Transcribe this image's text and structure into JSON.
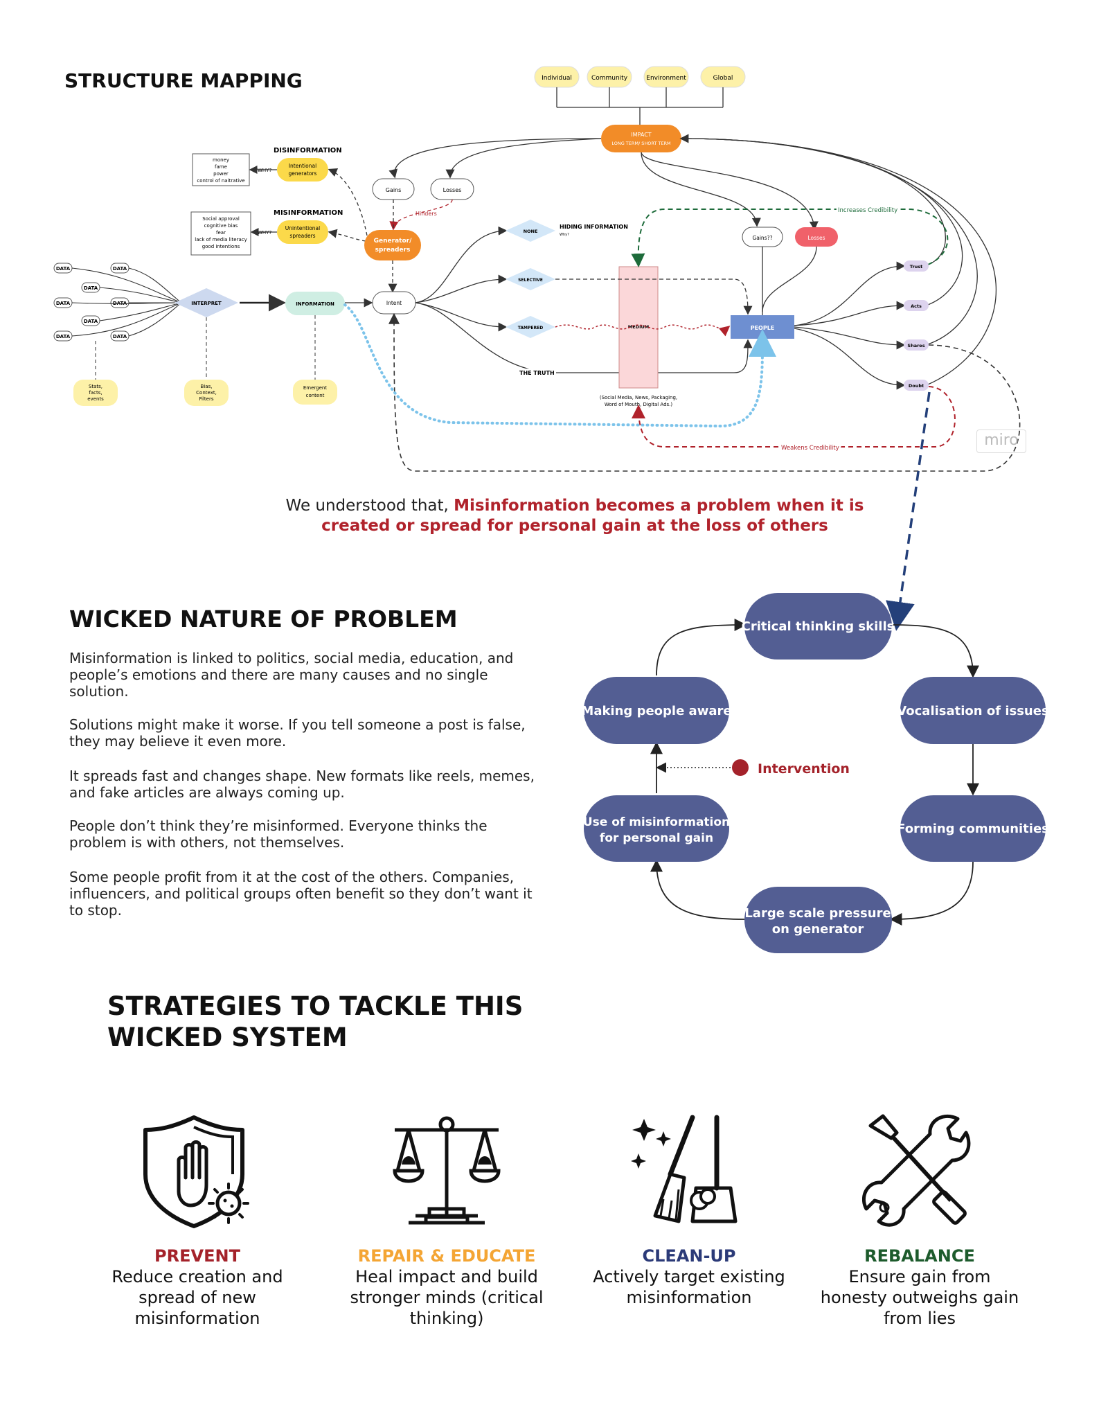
{
  "structure_mapping": {
    "title": "STRUCTURE MAPPING",
    "scope": [
      "Individual",
      "Community",
      "Environment",
      "Global"
    ],
    "impact": {
      "title": "IMPACT",
      "subtitle": "LONG TERM/ SHORT TERM"
    },
    "disinformation_label": "DISINFORMATION",
    "misinformation_label": "MISINFORMATION",
    "intentional": "Intentional generators",
    "unintentional": "Unintentional spreaders",
    "why": "WHY?",
    "dis_reasons": [
      "money",
      "fame",
      "power",
      "control of naitrative"
    ],
    "mis_reasons": [
      "Social approval",
      "cognitive bias",
      "fear",
      "lack of media literacy",
      "good intentions"
    ],
    "gains": "Gains",
    "losses": "Losses",
    "hinders": "Hinders",
    "generator": "Generator/ spreaders",
    "data": "DATA",
    "interpret": "INTERPRET",
    "information": "INFORMATION",
    "intent": "Intent",
    "none": "NONE",
    "selective": "SELECTIVE",
    "tampered": "TAMPERED",
    "hiding": "HIDING INFORMATION",
    "why_small": "Why?",
    "truth": "THE TRUTH",
    "medium": "MEDIUM",
    "medium_note_1": "(Social Media, News, Packaging,",
    "medium_note_2": "Word of Mouth, Digital Ads.)",
    "people": "PEOPLE",
    "gains_q": "Gains??",
    "losses_red": "Losses",
    "increases": "Increases Credibility",
    "weakens": "Weakens Credibility",
    "trust": "Trust",
    "acts": "Acts",
    "shares": "Shares",
    "doubt": "Doubt",
    "stats": [
      "Stats,",
      "facts,",
      "events"
    ],
    "bias": [
      "Bias,",
      "Context,",
      "Filters"
    ],
    "emergent": [
      "Emergent",
      "content"
    ],
    "miro": "miro"
  },
  "insight": {
    "prefix": "We understood that, ",
    "highlight_1": "Misinformation becomes a problem when it is",
    "highlight_2": "created or spread for personal gain at the loss of others"
  },
  "wicked": {
    "title": "WICKED NATURE OF PROBLEM",
    "paragraphs": [
      "Misinformation is linked to politics, social media, education, and people’s emotions and there are many causes and no single solution.",
      "Solutions might make it worse. If you tell someone a post is false, they may believe it even more.",
      "It spreads fast and changes shape. New formats like reels, memes, and fake articles are always coming up.",
      "People don’t think they’re misinformed. Everyone thinks the problem is with others, not themselves.",
      "Some people profit from it at the cost of the others. Companies, influencers, and political groups often benefit so they don’t want it to stop."
    ]
  },
  "cycle": {
    "critical": "Critical thinking skills",
    "vocal": "Vocalisation of issues",
    "forming": "Forming communities",
    "pressure_1": "Large scale pressure",
    "pressure_2": "on generator",
    "use_1": "Use of misinformation",
    "use_2": "for personal gain",
    "aware": "Making people aware",
    "intervention": "Intervention"
  },
  "strategies": {
    "title_1": "STRATEGIES TO TACKLE THIS",
    "title_2": "WICKED SYSTEM",
    "items": [
      {
        "title": "PREVENT",
        "desc": "Reduce creation and spread of new misinformation",
        "color": "#a4222a"
      },
      {
        "title": "REPAIR & EDUCATE",
        "desc": "Heal impact and build stronger minds (critical thinking)",
        "color": "#f4a534"
      },
      {
        "title": "CLEAN-UP",
        "desc": "Actively target existing misinformation",
        "color": "#2b3a78"
      },
      {
        "title": "REBALANCE",
        "desc": "Ensure gain from honesty outweighs gain from lies",
        "color": "#1d5b2c"
      }
    ]
  },
  "colors": {
    "cycle_node": "#535e93",
    "red": "#b0222b",
    "orange": "#f28c28",
    "yellow": "#fde98f"
  }
}
